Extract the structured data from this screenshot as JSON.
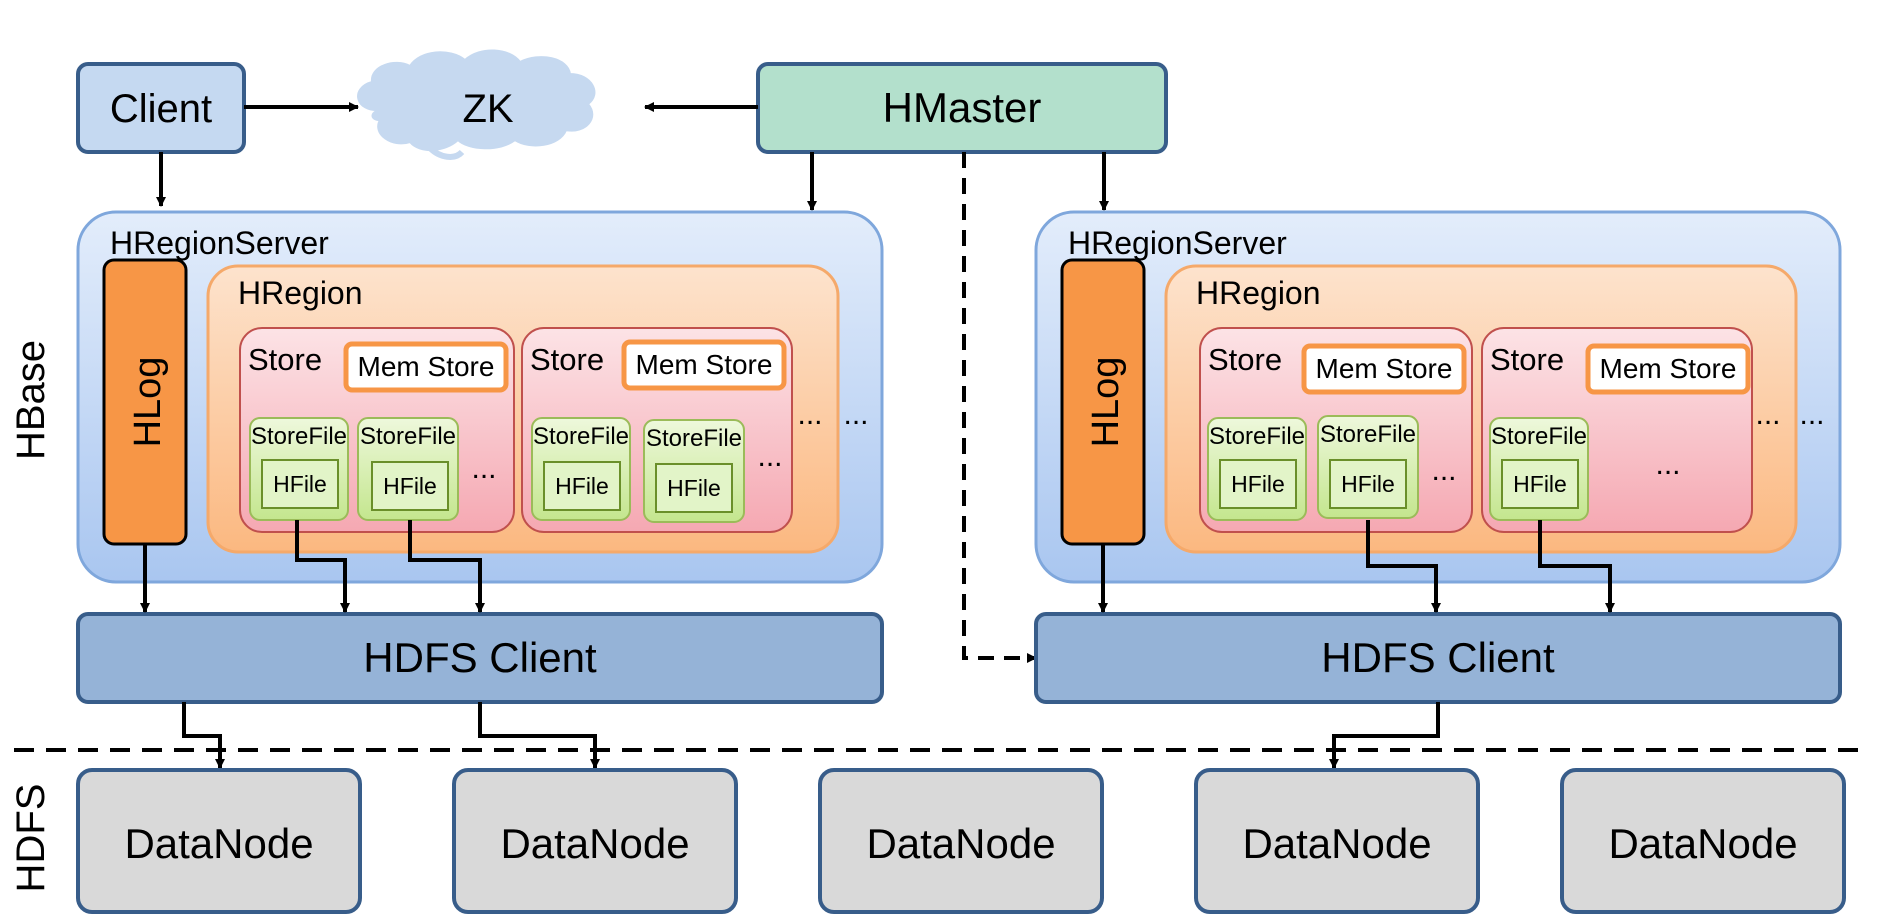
{
  "layers": {
    "hbase": "HBase",
    "hdfs": "HDFS"
  },
  "client": "Client",
  "zk": "ZK",
  "hmaster": "HMaster",
  "left_server": {
    "title": "HRegionServer",
    "hlog": "HLog",
    "region": "HRegion",
    "stores": [
      {
        "label": "Store",
        "memstore": "Mem Store",
        "storefiles": [
          "StoreFile",
          "StoreFile"
        ],
        "hfiles": [
          "HFile",
          "HFile"
        ],
        "more": "..."
      },
      {
        "label": "Store",
        "memstore": "Mem Store",
        "storefiles": [
          "StoreFile",
          "StoreFile"
        ],
        "hfiles": [
          "HFile",
          "HFile"
        ],
        "more": "..."
      }
    ],
    "more_stores": "...",
    "more_regions": "...",
    "hdfs_client": "HDFS Client"
  },
  "right_server": {
    "title": "HRegionServer",
    "hlog": "HLog",
    "region": "HRegion",
    "stores": [
      {
        "label": "Store",
        "memstore": "Mem Store",
        "storefiles": [
          "StoreFile",
          "StoreFile"
        ],
        "hfiles": [
          "HFile",
          "HFile"
        ],
        "more": "..."
      },
      {
        "label": "Store",
        "memstore": "Mem Store",
        "storefiles": [
          "StoreFile"
        ],
        "hfiles": [
          "HFile"
        ],
        "more": "..."
      }
    ],
    "more_stores": "...",
    "more_regions": "...",
    "hdfs_client": "HDFS Client"
  },
  "datanodes": [
    "DataNode",
    "DataNode",
    "DataNode",
    "DataNode",
    "DataNode"
  ],
  "colors": {
    "client_fill": "#c5d9f1",
    "hmaster_fill": "#b3e0cc",
    "zk_fill": "#c6d9f0",
    "server_fill": "#c6dcf7",
    "hlog_fill": "#f79646",
    "region_fill": "#fbd5b5",
    "store_fill": "#f9c8cf",
    "storefile_fill": "#d7efb0",
    "hdfs_client_fill": "#95b3d7",
    "datanode_fill": "#d9d9d9",
    "border": "#385d8a"
  }
}
